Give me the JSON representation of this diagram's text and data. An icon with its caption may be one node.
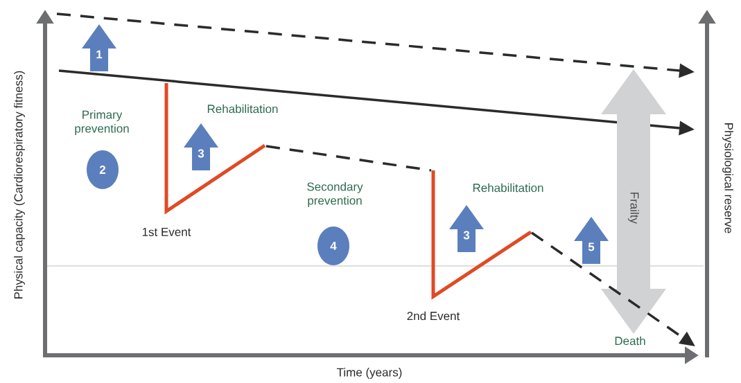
{
  "diagram": {
    "nodes": [
      {
        "text": [
          "1"
        ]
      },
      {
        "text": [
          "2"
        ]
      },
      {
        "text": [
          "3"
        ]
      },
      {
        "text": [
          "4"
        ]
      },
      {
        "text": [
          "3"
        ]
      },
      {
        "text": [
          "5"
        ]
      },
      {
        "text": [
          "Frailty"
        ]
      }
    ],
    "labels": [
      "Primary prevention",
      "Rehabilitation",
      "1st Event",
      "Secondary prevention",
      "Rehabilitation",
      "2nd Event",
      "Death",
      "Time (years)",
      "Physical capacity (Cardiorespiratory fitness)",
      "Physiological reserve"
    ]
  }
}
